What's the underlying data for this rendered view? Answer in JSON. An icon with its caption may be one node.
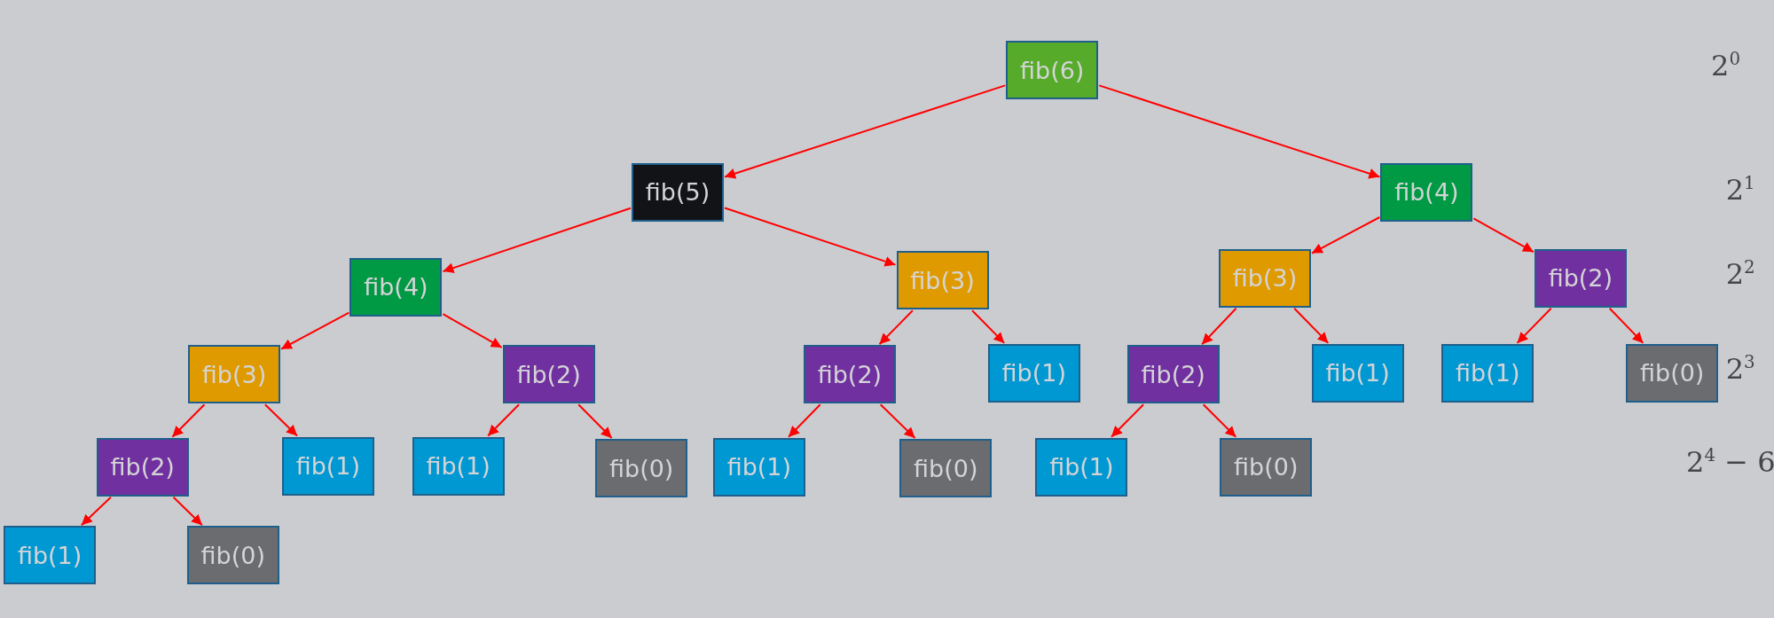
{
  "diagram": {
    "nodes": [
      {
        "text": [
          "fib(6)"
        ]
      },
      {
        "text": [
          "fib(5)"
        ]
      },
      {
        "text": [
          "fib(4)"
        ]
      },
      {
        "text": [
          "fib(4)"
        ]
      },
      {
        "text": [
          "fib(3)"
        ]
      },
      {
        "text": [
          "fib(3)"
        ]
      },
      {
        "text": [
          "fib(2)"
        ]
      },
      {
        "text": [
          "fib(3)"
        ]
      },
      {
        "text": [
          "fib(2)"
        ]
      },
      {
        "text": [
          "fib(2)"
        ]
      },
      {
        "text": [
          "fib(1)"
        ]
      },
      {
        "text": [
          "fib(2)"
        ]
      },
      {
        "text": [
          "fib(1)"
        ]
      },
      {
        "text": [
          "fib(1)"
        ]
      },
      {
        "text": [
          "fib(0)"
        ]
      },
      {
        "text": [
          "fib(2)"
        ]
      },
      {
        "text": [
          "fib(1)"
        ]
      },
      {
        "text": [
          "fib(1)"
        ]
      },
      {
        "text": [
          "fib(0)"
        ]
      },
      {
        "text": [
          "fib(1)"
        ]
      },
      {
        "text": [
          "fib(0)"
        ]
      },
      {
        "text": [
          "fib(1)"
        ]
      },
      {
        "text": [
          "fib(0)"
        ]
      },
      {
        "text": [
          "fib(1)"
        ]
      },
      {
        "text": [
          "fib(0)"
        ]
      }
    ],
    "edges": [
      {
        "from": 0,
        "to": 1,
        "arrow": "to"
      },
      {
        "from": 0,
        "to": 2,
        "arrow": "to"
      },
      {
        "from": 1,
        "to": 3,
        "arrow": "to"
      },
      {
        "from": 1,
        "to": 4,
        "arrow": "to"
      },
      {
        "from": 2,
        "to": 5,
        "arrow": "to"
      },
      {
        "from": 2,
        "to": 6,
        "arrow": "to"
      },
      {
        "from": 3,
        "to": 7,
        "arrow": "to"
      },
      {
        "from": 3,
        "to": 8,
        "arrow": "to"
      },
      {
        "from": 4,
        "to": 9,
        "arrow": "to"
      },
      {
        "from": 4,
        "to": 10,
        "arrow": "to"
      },
      {
        "from": 5,
        "to": 11,
        "arrow": "to"
      },
      {
        "from": 5,
        "to": 12,
        "arrow": "to"
      },
      {
        "from": 6,
        "to": 13,
        "arrow": "to"
      },
      {
        "from": 6,
        "to": 14,
        "arrow": "to"
      },
      {
        "from": 7,
        "to": 15,
        "arrow": "to"
      },
      {
        "from": 7,
        "to": 16,
        "arrow": "to"
      },
      {
        "from": 8,
        "to": 17,
        "arrow": "to"
      },
      {
        "from": 8,
        "to": 18,
        "arrow": "to"
      },
      {
        "from": 9,
        "to": 19,
        "arrow": "to"
      },
      {
        "from": 9,
        "to": 20,
        "arrow": "to"
      },
      {
        "from": 11,
        "to": 21,
        "arrow": "to"
      },
      {
        "from": 11,
        "to": 22,
        "arrow": "to"
      },
      {
        "from": 15,
        "to": 23,
        "arrow": "to"
      },
      {
        "from": 15,
        "to": 24,
        "arrow": "to"
      }
    ],
    "labels": [
      "2$^{0}$",
      "2$^{1}$",
      "2$^{2}$",
      "2$^{3}$",
      "2$^{4}$ − 6"
    ]
  }
}
